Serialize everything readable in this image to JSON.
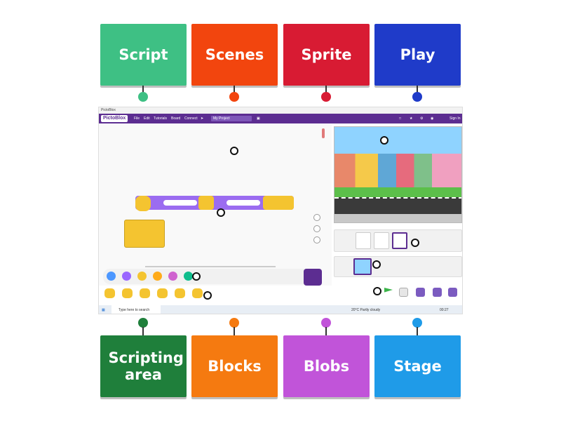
{
  "labels": {
    "top": [
      "Script",
      "Scenes",
      "Sprite",
      "Play"
    ],
    "bottom_1": "Scripting area",
    "bottom_2": "Blocks",
    "bottom_3": "Blobs",
    "bottom_4": "Stage"
  },
  "colors": {
    "script": "#3ec084",
    "scenes": "#f2450e",
    "sprite": "#d81b33",
    "play": "#1f3bc9",
    "scripting_area": "#1f7f3b",
    "blocks": "#f57a10",
    "blobs": "#c154d9",
    "stage": "#1f9be8"
  },
  "app": {
    "window_title": "PictoBlox",
    "logo": "PictoBlox",
    "menu": [
      "File",
      "Edit",
      "Tutorials",
      "Board",
      "Connect"
    ],
    "project_name": "My Project",
    "sign_in": "Sign In",
    "taskbar_search": "Type here to search",
    "weather": "20°C Partly cloudy",
    "clock": "00:27"
  }
}
